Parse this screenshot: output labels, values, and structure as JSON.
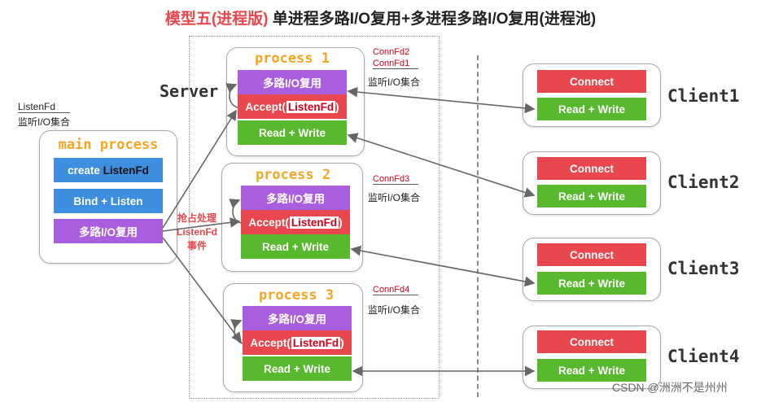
{
  "title": {
    "part1": "模型五(进程版)",
    "part2": "单进程多路I/O复用+多进程多路I/O复用(进程池)"
  },
  "server_label": "Server",
  "listen_note": {
    "top": "ListenFd",
    "bottom": "监听I/O集合"
  },
  "main_process": {
    "title": "main process",
    "create_prefix": "create ",
    "create_fd": "ListenFd",
    "bind": "Bind + Listen",
    "mux": "多路I/O复用"
  },
  "grab_note": {
    "line1": "抢占处理",
    "line2": "ListenFd",
    "line3": "事件"
  },
  "processes": [
    {
      "title": "process 1",
      "mux": "多路I/O复用",
      "accept_prefix": "Accept(",
      "accept_fd": "ListenFd",
      "accept_suffix": ")",
      "rw": "Read + Write",
      "conn1": "ConnFd2",
      "conn2": "ConnFd1",
      "note": "监听I/O集合"
    },
    {
      "title": "process 2",
      "mux": "多路I/O复用",
      "accept_prefix": "Accept(",
      "accept_fd": "ListenFd",
      "accept_suffix": ")",
      "rw": "Read + Write",
      "conn1": "ConnFd3",
      "conn2": "",
      "note": "监听I/O集合"
    },
    {
      "title": "process 3",
      "mux": "多路I/O复用",
      "accept_prefix": "Accept(",
      "accept_fd": "ListenFd",
      "accept_suffix": ")",
      "rw": "Read + Write",
      "conn1": "ConnFd4",
      "conn2": "",
      "note": "监听I/O集合"
    }
  ],
  "clients": [
    {
      "name": "Client1",
      "connect": "Connect",
      "rw": "Read + Write"
    },
    {
      "name": "Client2",
      "connect": "Connect",
      "rw": "Read + Write"
    },
    {
      "name": "Client3",
      "connect": "Connect",
      "rw": "Read + Write"
    },
    {
      "name": "Client4",
      "connect": "Connect",
      "rw": "Read + Write"
    }
  ],
  "footer": "CSDN @洲洲不是州州",
  "colors": {
    "purple": "#a95ee0",
    "red": "#e8474e",
    "green": "#58b82e",
    "blue": "#3e8ee0",
    "orange": "#f4a623",
    "fd_red": "#d0021b"
  }
}
